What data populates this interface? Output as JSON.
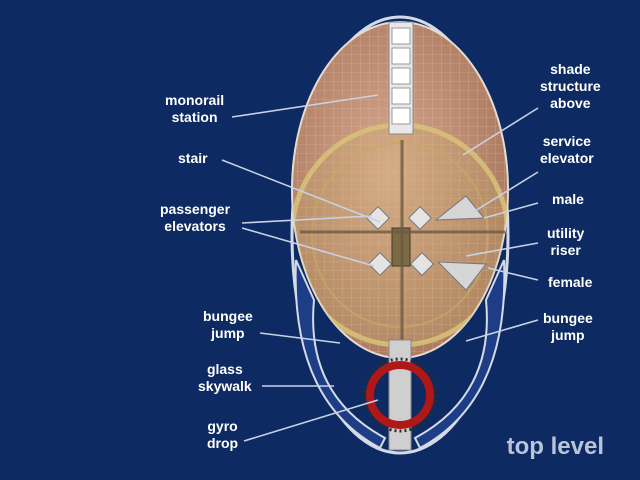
{
  "labels": {
    "monorail_station": [
      "monorail",
      "station"
    ],
    "stair": [
      "stair"
    ],
    "passenger_elevators": [
      "passenger",
      "elevators"
    ],
    "bungee_jump_left": [
      "bungee",
      "jump"
    ],
    "glass_skywalk": [
      "glass",
      "skywalk"
    ],
    "gyro_drop": [
      "gyro",
      "drop"
    ],
    "shade_structure_above": [
      "shade",
      "structure",
      "above"
    ],
    "service_elevator": [
      "service",
      "elevator"
    ],
    "male": [
      "male"
    ],
    "utility_riser": [
      "utility",
      "riser"
    ],
    "female": [
      "female"
    ],
    "bungee_jump_right": [
      "bungee",
      "jump"
    ]
  },
  "caption": "top level",
  "colors": {
    "background": "#0e2a63",
    "deck": "#c4957a",
    "shade_ring": "#c9b46a",
    "skywalk": "#1d3e86",
    "gyro_ring": "#b01818",
    "leader_line": "#c8d2e6",
    "label_text": "#ffffff",
    "caption_text": "#b9c4d8"
  }
}
